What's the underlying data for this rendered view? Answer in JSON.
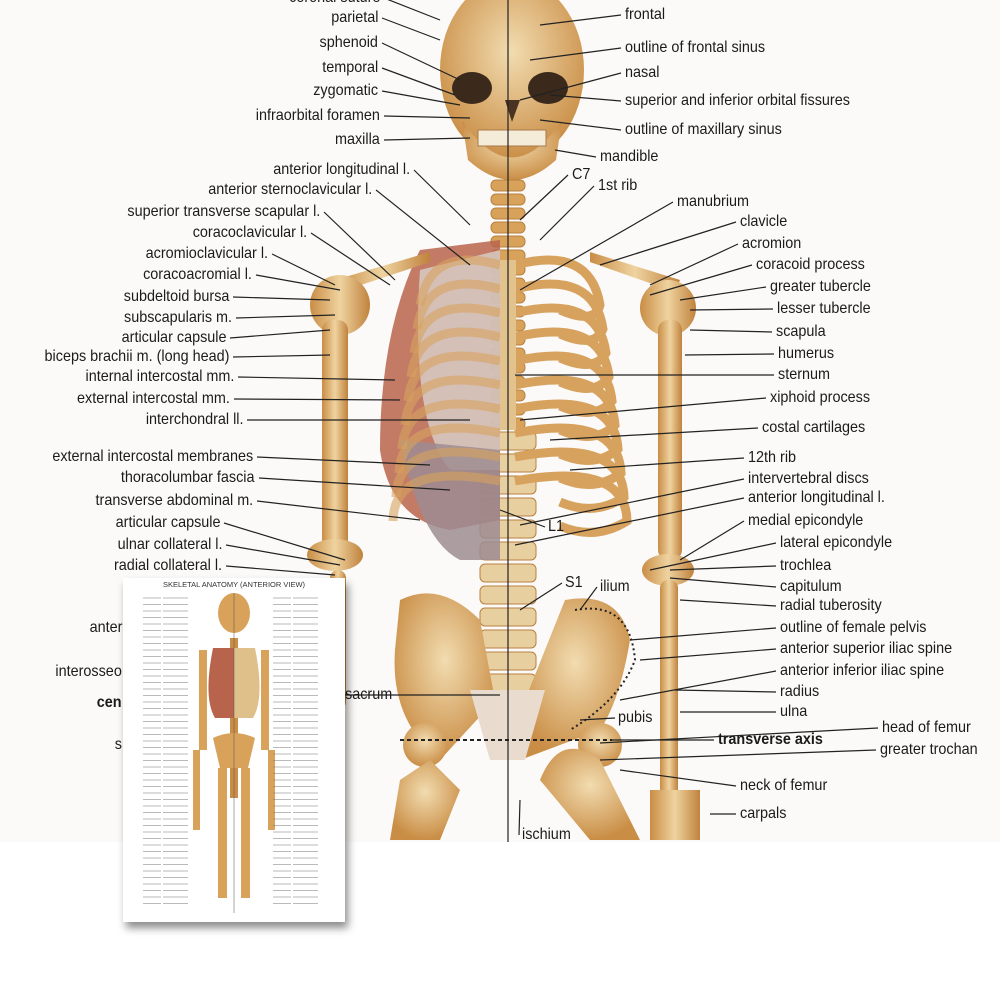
{
  "poster": {
    "left_labels": [
      "coronal suture",
      "parietal",
      "sphenoid",
      "temporal",
      "zygomatic",
      "infraorbital foramen",
      "maxilla",
      "anterior longitudinal l.",
      "anterior sternoclavicular l.",
      "superior transverse scapular l.",
      "coracoclavicular l.",
      "acromioclavicular l.",
      "coracoacromial l.",
      "subdeltoid bursa",
      "subscapularis m.",
      "articular capsule",
      "biceps brachii m. (long head)",
      "internal intercostal mm.",
      "external intercostal mm.",
      "interchondral ll.",
      "external intercostal membranes",
      "thoracolumbar fascia",
      "transverse abdominal m.",
      "articular capsule",
      "ulnar collateral l.",
      "radial collateral l.",
      "anter",
      "interosseo",
      "cen",
      "s"
    ],
    "right_labels": [
      "frontal",
      "outline of frontal sinus",
      "nasal",
      "superior and inferior orbital fissures",
      "outline of maxillary sinus",
      "mandible",
      "C7",
      "1st rib",
      "manubrium",
      "clavicle",
      "acromion",
      "coracoid process",
      "greater tubercle",
      "lesser tubercle",
      "scapula",
      "humerus",
      "sternum",
      "xiphoid process",
      "costal cartilages",
      "12th rib",
      "intervertebral discs",
      "anterior longitudinal l.",
      "medial epicondyle",
      "lateral epicondyle",
      "trochlea",
      "capitulum",
      "radial tuberosity",
      "outline of female pelvis",
      "anterior superior iliac spine",
      "anterior inferior iliac spine",
      "radius",
      "ulna",
      "head of femur",
      "transverse axis",
      "greater trochan",
      "neck of femur",
      "carpals"
    ],
    "center_labels": [
      "L1",
      "S1",
      "ilium",
      "pubis",
      "ischium",
      "sacrum"
    ]
  },
  "inset": {
    "title": "SKELETAL ANATOMY (ANTERIOR VIEW)"
  },
  "colors": {
    "bone": "#d9a25a",
    "bone_light": "#efd3a0",
    "muscle": "#b8644c",
    "background": "#fbfaf8"
  }
}
